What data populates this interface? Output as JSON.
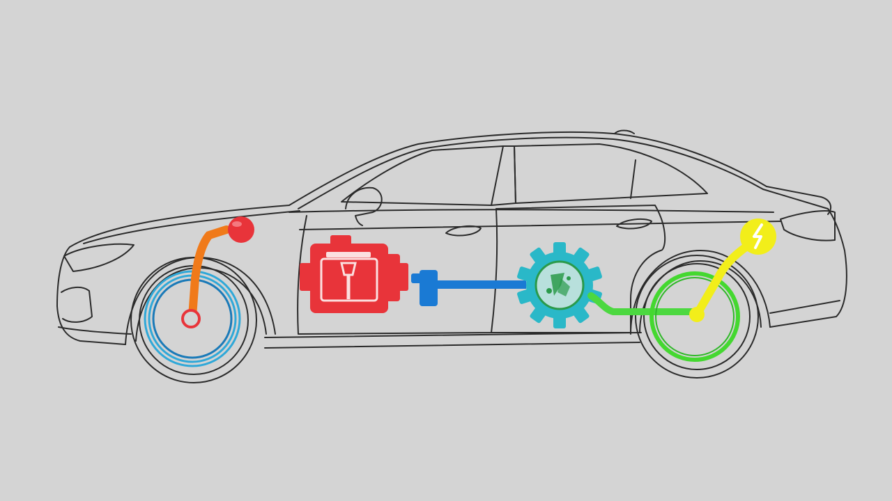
{
  "diagram": {
    "background": "#d4d4d4",
    "outline_color": "#2a2a2a",
    "parts": [
      {
        "id": "front-wheel",
        "icon": "wheel-icon",
        "color": "#2fa8d8"
      },
      {
        "id": "front-link",
        "icon": "connector-icon",
        "colors": [
          "#f07a1a",
          "#e8343a"
        ]
      },
      {
        "id": "engine",
        "icon": "engine-icon",
        "color": "#e8343a"
      },
      {
        "id": "driveshaft",
        "icon": "driveshaft-icon",
        "color": "#1a7ad4"
      },
      {
        "id": "transmission",
        "icon": "gear-icon",
        "color": "#2ab8c8",
        "inner_color": "#2a9a4a"
      },
      {
        "id": "rear-link",
        "icon": "connector-icon",
        "color": "#4cd840"
      },
      {
        "id": "rear-wheel",
        "icon": "wheel-icon",
        "color": "#44d830"
      },
      {
        "id": "electric-link",
        "icon": "lightning-bulb-icon",
        "color": "#f2ee1a"
      }
    ]
  }
}
